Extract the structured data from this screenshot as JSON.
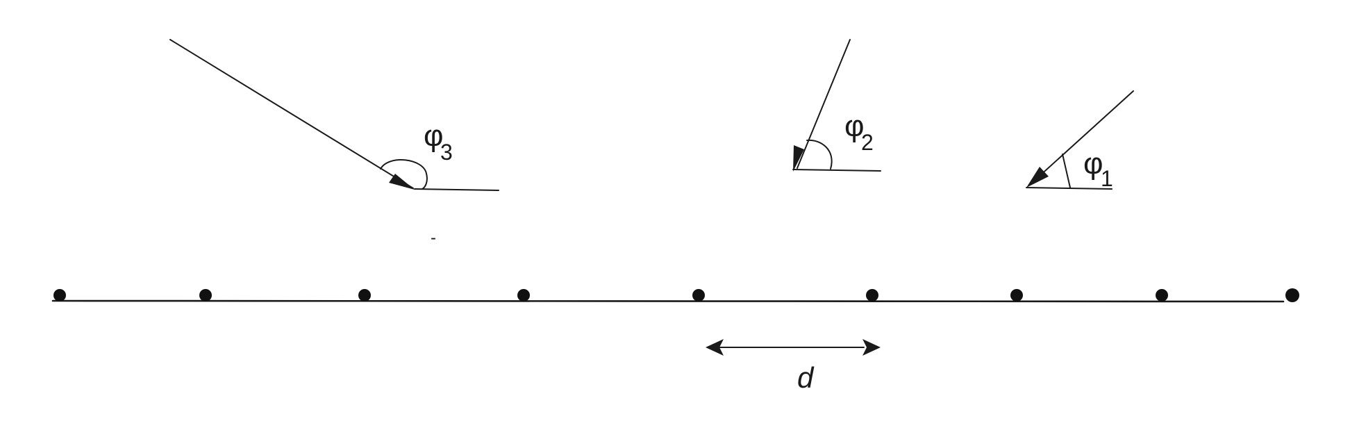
{
  "diagram": {
    "elements": 9,
    "spacing_label": "d",
    "stray_mark": "-",
    "angles": [
      {
        "symbol": "φ",
        "subscript": "1"
      },
      {
        "symbol": "φ",
        "subscript": "2"
      },
      {
        "symbol": "φ",
        "subscript": "3"
      }
    ]
  }
}
